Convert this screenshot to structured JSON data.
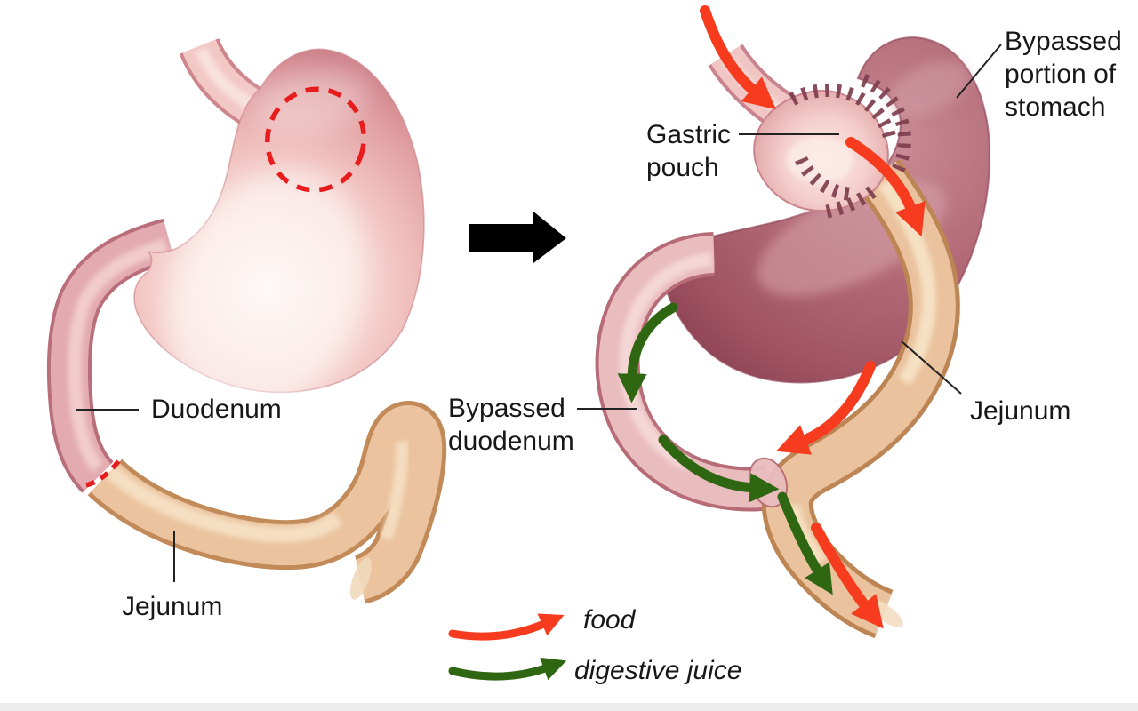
{
  "before": {
    "duodenum_label": "Duodenum",
    "jejunum_label": "Jejunum"
  },
  "after": {
    "bypassed_stomach_label": "Bypassed portion of stomach",
    "gastric_pouch_label": "Gastric pouch",
    "bypassed_duodenum_label": "Bypassed duodenum",
    "jejunum_label": "Jejunum"
  },
  "legend": {
    "food_label": "food",
    "digestive_juice_label": "digestive juice"
  },
  "colors": {
    "food_arrow": "#f63b1e",
    "digestive_juice_arrow": "#2e6612",
    "incision_dash": "#e81c1c",
    "staple_line": "#7e3e4e",
    "transform_arrow": "#000000",
    "leader_line": "#222222"
  }
}
